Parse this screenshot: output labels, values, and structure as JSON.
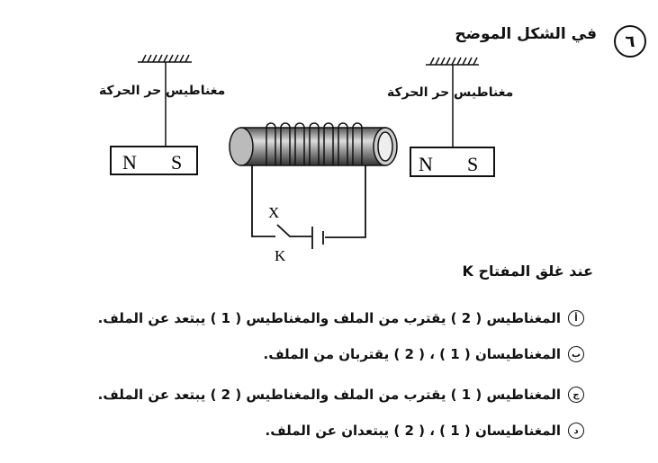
{
  "question": {
    "number": "٦",
    "title": "في الشكل الموضح",
    "prompt": "عند غلق المفتاح K"
  },
  "diagram": {
    "left_magnet_label": "مغناطيس حر الحركة",
    "right_magnet_label": "مغناطيس حر الحركة",
    "pole_n": "N",
    "pole_s": "S",
    "switch_label": "X",
    "key_label": "K"
  },
  "options": [
    {
      "letter": "أ",
      "text": "المغناطيس ( 2 ) يقترب من الملف والمغناطيس ( 1 ) يبتعد عن الملف."
    },
    {
      "letter": "ب",
      "text": "المغناطيسان ( 1 ) ، ( 2 ) يقتربان من الملف."
    },
    {
      "letter": "ج",
      "text": "المغناطيس ( 1 ) يقترب من الملف والمغناطيس ( 2 ) يبتعد عن الملف."
    },
    {
      "letter": "د",
      "text": "المغناطيسان ( 1 ) ، ( 2 ) يبتعدان عن الملف."
    }
  ]
}
